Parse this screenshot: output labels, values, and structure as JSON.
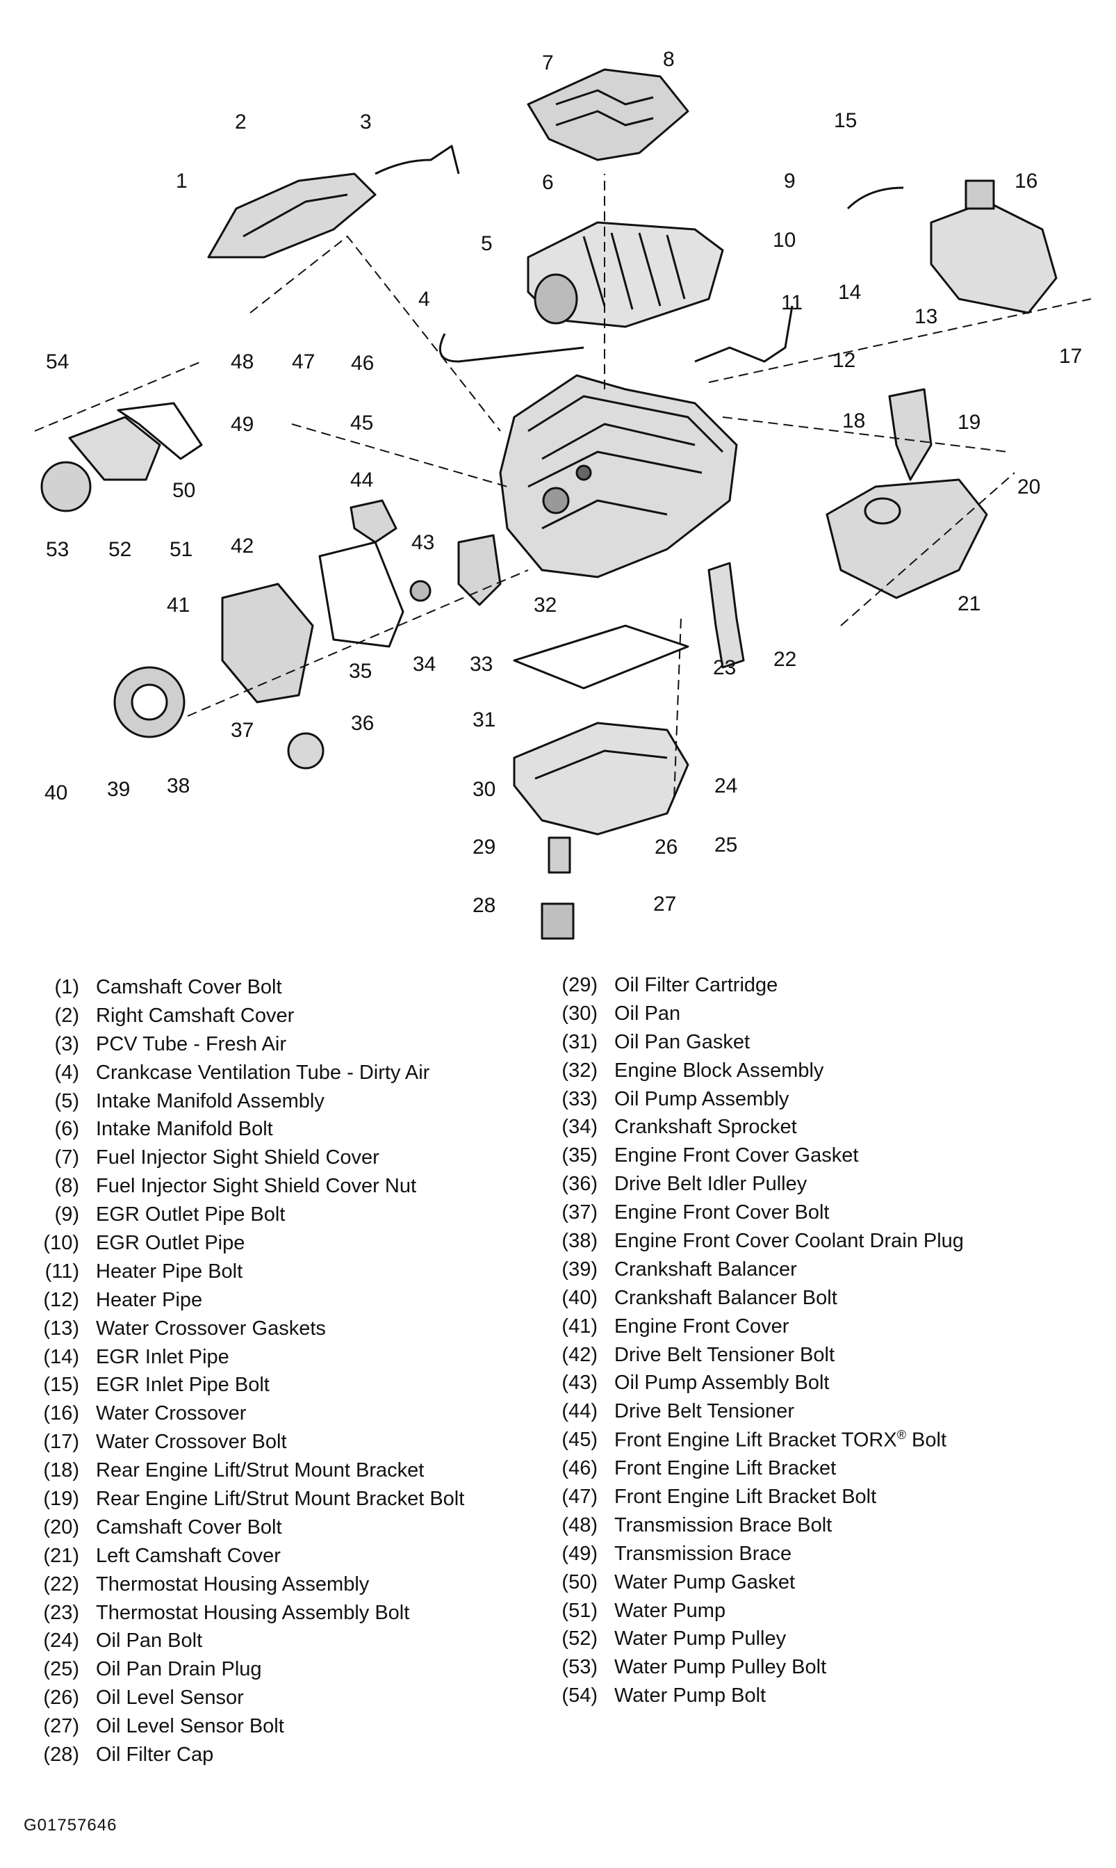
{
  "diagram": {
    "callouts": [
      "1",
      "2",
      "3",
      "4",
      "5",
      "6",
      "7",
      "8",
      "9",
      "10",
      "11",
      "12",
      "13",
      "14",
      "15",
      "16",
      "17",
      "18",
      "19",
      "20",
      "21",
      "22",
      "23",
      "24",
      "25",
      "26",
      "27",
      "28",
      "29",
      "30",
      "31",
      "32",
      "33",
      "34",
      "35",
      "36",
      "37",
      "38",
      "39",
      "40",
      "41",
      "42",
      "43",
      "44",
      "45",
      "46",
      "47",
      "48",
      "49",
      "50",
      "51",
      "52",
      "53",
      "54"
    ]
  },
  "legend": [
    {
      "num": "(1)",
      "label": "Camshaft Cover Bolt"
    },
    {
      "num": "(2)",
      "label": "Right Camshaft Cover"
    },
    {
      "num": "(3)",
      "label": "PCV Tube - Fresh Air"
    },
    {
      "num": "(4)",
      "label": "Crankcase Ventilation Tube - Dirty Air"
    },
    {
      "num": "(5)",
      "label": "Intake Manifold Assembly"
    },
    {
      "num": "(6)",
      "label": "Intake Manifold Bolt"
    },
    {
      "num": "(7)",
      "label": "Fuel Injector Sight Shield Cover"
    },
    {
      "num": "(8)",
      "label": "Fuel Injector Sight Shield Cover Nut"
    },
    {
      "num": "(9)",
      "label": "EGR Outlet Pipe Bolt"
    },
    {
      "num": "(10)",
      "label": "EGR Outlet Pipe"
    },
    {
      "num": "(11)",
      "label": "Heater Pipe Bolt"
    },
    {
      "num": "(12)",
      "label": "Heater Pipe"
    },
    {
      "num": "(13)",
      "label": "Water Crossover Gaskets"
    },
    {
      "num": "(14)",
      "label": "EGR Inlet Pipe"
    },
    {
      "num": "(15)",
      "label": "EGR Inlet Pipe Bolt"
    },
    {
      "num": "(16)",
      "label": "Water Crossover"
    },
    {
      "num": "(17)",
      "label": "Water Crossover Bolt"
    },
    {
      "num": "(18)",
      "label": "Rear Engine Lift/Strut Mount Bracket"
    },
    {
      "num": "(19)",
      "label": "Rear Engine Lift/Strut Mount Bracket Bolt"
    },
    {
      "num": "(20)",
      "label": "Camshaft Cover Bolt"
    },
    {
      "num": "(21)",
      "label": "Left Camshaft Cover"
    },
    {
      "num": "(22)",
      "label": "Thermostat Housing Assembly"
    },
    {
      "num": "(23)",
      "label": "Thermostat Housing Assembly Bolt"
    },
    {
      "num": "(24)",
      "label": "Oil Pan Bolt"
    },
    {
      "num": "(25)",
      "label": "Oil Pan Drain Plug"
    },
    {
      "num": "(26)",
      "label": "Oil Level Sensor"
    },
    {
      "num": "(27)",
      "label": "Oil Level Sensor Bolt"
    },
    {
      "num": "(28)",
      "label": "Oil Filter Cap"
    },
    {
      "num": "(29)",
      "label": "Oil Filter Cartridge"
    },
    {
      "num": "(30)",
      "label": "Oil Pan"
    },
    {
      "num": "(31)",
      "label": "Oil Pan Gasket"
    },
    {
      "num": "(32)",
      "label": "Engine Block Assembly"
    },
    {
      "num": "(33)",
      "label": "Oil Pump Assembly"
    },
    {
      "num": "(34)",
      "label": "Crankshaft Sprocket"
    },
    {
      "num": "(35)",
      "label": "Engine Front Cover Gasket"
    },
    {
      "num": "(36)",
      "label": "Drive Belt Idler Pulley"
    },
    {
      "num": "(37)",
      "label": "Engine Front Cover Bolt"
    },
    {
      "num": "(38)",
      "label": "Engine Front Cover Coolant Drain Plug"
    },
    {
      "num": "(39)",
      "label": "Crankshaft Balancer"
    },
    {
      "num": "(40)",
      "label": "Crankshaft Balancer Bolt"
    },
    {
      "num": "(41)",
      "label": "Engine Front Cover"
    },
    {
      "num": "(42)",
      "label": "Drive Belt Tensioner Bolt"
    },
    {
      "num": "(43)",
      "label": "Oil Pump Assembly Bolt"
    },
    {
      "num": "(44)",
      "label": "Drive Belt Tensioner"
    },
    {
      "num": "(45)",
      "label": "Front Engine Lift Bracket TORX",
      "sup": "®",
      "label_tail": " Bolt"
    },
    {
      "num": "(46)",
      "label": "Front Engine Lift Bracket"
    },
    {
      "num": "(47)",
      "label": "Front Engine Lift Bracket Bolt"
    },
    {
      "num": "(48)",
      "label": "Transmission Brace Bolt"
    },
    {
      "num": "(49)",
      "label": "Transmission Brace"
    },
    {
      "num": "(50)",
      "label": "Water Pump Gasket"
    },
    {
      "num": "(51)",
      "label": "Water Pump"
    },
    {
      "num": "(52)",
      "label": "Water Pump Pulley"
    },
    {
      "num": "(53)",
      "label": "Water Pump Pulley Bolt"
    },
    {
      "num": "(54)",
      "label": "Water Pump Bolt"
    }
  ],
  "figure_id": "G01757646"
}
